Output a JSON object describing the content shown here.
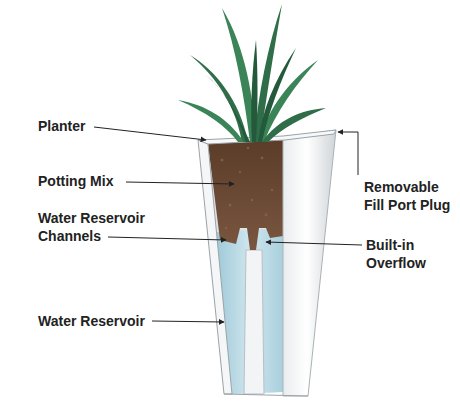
{
  "diagram": {
    "labels": [
      "Planter",
      "Removable Fill Port Plug",
      "Potting Mix",
      "Water Reservoir Channels",
      "Built-in Overflow",
      "Water Reservoir"
    ]
  }
}
